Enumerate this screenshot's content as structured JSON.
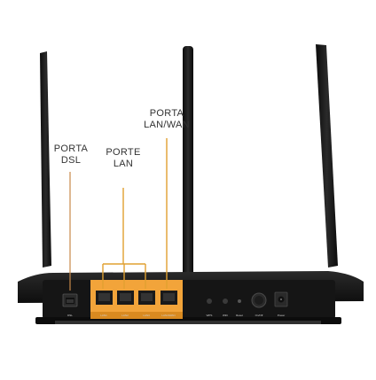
{
  "callouts": {
    "dsl": {
      "line1": "PORTA",
      "line2": "DSL"
    },
    "lan": {
      "line1": "PORTE",
      "line2": "LAN"
    },
    "lanwan": {
      "line1": "PORTA",
      "line2": "LAN/WAN"
    }
  },
  "ports": {
    "dsl": "DSL",
    "lan1": "LAN1",
    "lan2": "LAN2",
    "lan3": "LAN3",
    "lanwan": "LAN4/WAN",
    "wps": "WPS",
    "wifi": "WiFi",
    "reset": "Reset",
    "onoff": "On/Off",
    "power": "Power"
  },
  "colors": {
    "router_body": "#1a1a1a",
    "port_panel": "#f2a43a",
    "callout_line": "#c8884a",
    "bracket_line": "#e0a030"
  }
}
